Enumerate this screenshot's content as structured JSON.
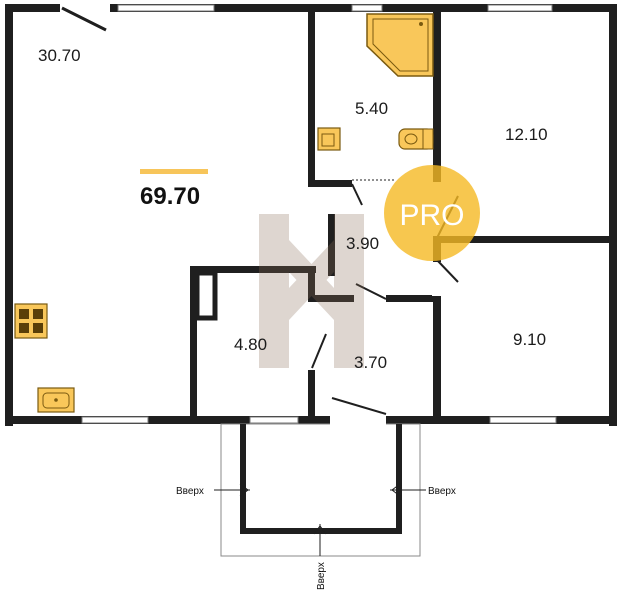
{
  "plan": {
    "total_area": "69.70",
    "rooms": [
      {
        "id": "living",
        "area": "30.70"
      },
      {
        "id": "bathroom",
        "area": "5.40"
      },
      {
        "id": "bedroom-large",
        "area": "12.10"
      },
      {
        "id": "hallway",
        "area": "3.90"
      },
      {
        "id": "storage",
        "area": "4.80"
      },
      {
        "id": "vestibule",
        "area": "3.70"
      },
      {
        "id": "bedroom-small",
        "area": "9.10"
      }
    ],
    "stairs": {
      "left": "Вверх",
      "right": "Вверх",
      "bottom": "Вверх"
    },
    "badge": "PRO"
  },
  "colors": {
    "wall": "#1f1f1f",
    "accent": "#f7c55a",
    "fixture_fill": "#f9c75a",
    "fixture_stroke": "#7a5a10",
    "badge_fill": "#f5b923"
  }
}
